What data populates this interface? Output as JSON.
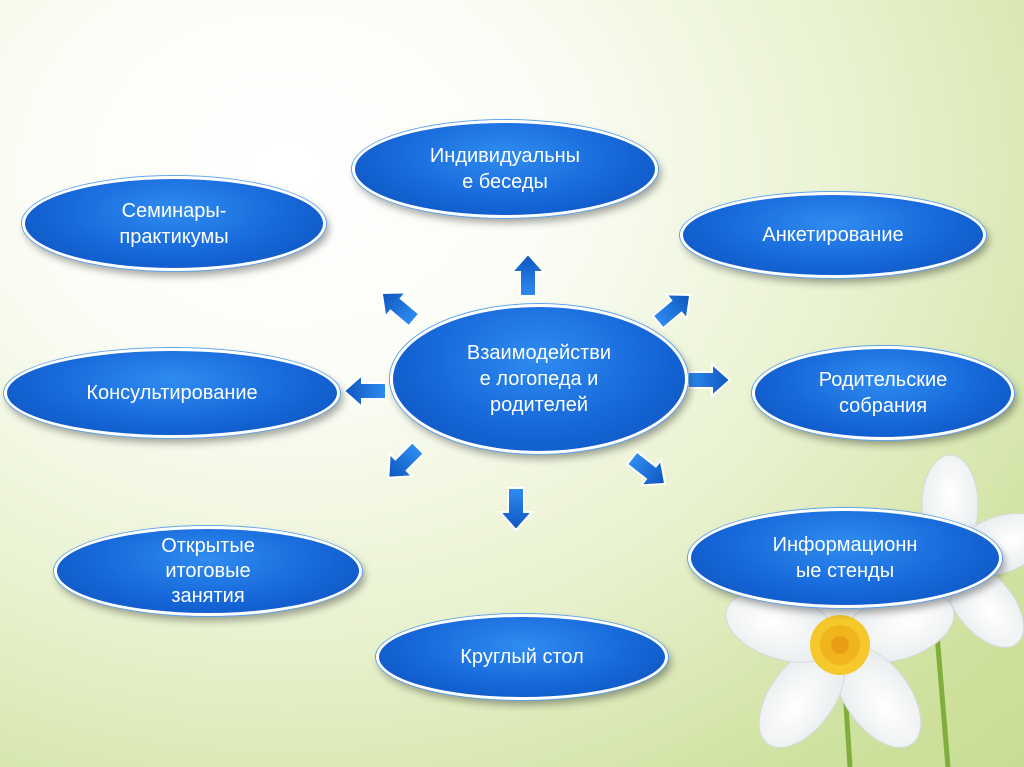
{
  "diagram": {
    "center": "Взаимодействи\nе логопеда и\nродителей",
    "nodes": {
      "individual": "Индивидуальны\nе беседы",
      "seminars": "Семинары-\nпрактикумы",
      "survey": "Анкетирование",
      "consulting": "Консультирование",
      "meetings": "Родительские\nсобрания",
      "open_lessons": "Открытые\nитоговые\nзанятия",
      "info_stands": "Информационн\nые стенды",
      "round_table": "Круглый стол"
    }
  },
  "colors": {
    "node_fill": "#1667d9",
    "node_border": "#ffffff",
    "arrow_fill": "#1f78e0",
    "background": "#e9f2d0"
  }
}
